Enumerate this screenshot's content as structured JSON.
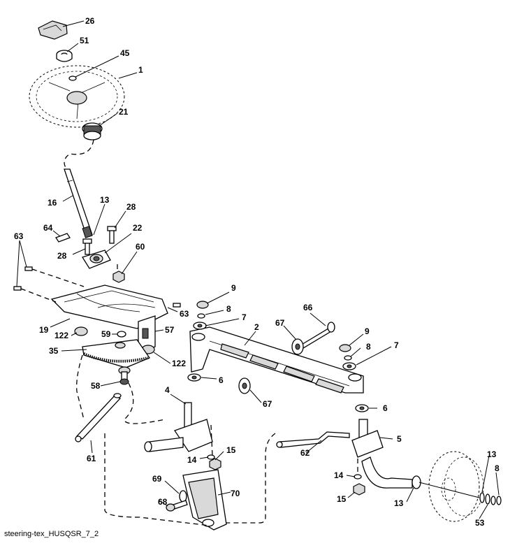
{
  "caption": "steering-tex_HUSQSR_7_2",
  "callouts": [
    {
      "id": "c26",
      "text": "26"
    },
    {
      "id": "c51",
      "text": "51"
    },
    {
      "id": "c45",
      "text": "45"
    },
    {
      "id": "c1",
      "text": "1"
    },
    {
      "id": "c21",
      "text": "21"
    },
    {
      "id": "c16",
      "text": "16"
    },
    {
      "id": "c13a",
      "text": "13"
    },
    {
      "id": "c28a",
      "text": "28"
    },
    {
      "id": "c64",
      "text": "64"
    },
    {
      "id": "c22",
      "text": "22"
    },
    {
      "id": "c28b",
      "text": "28"
    },
    {
      "id": "c63a",
      "text": "63"
    },
    {
      "id": "c60",
      "text": "60"
    },
    {
      "id": "c63b",
      "text": "63"
    },
    {
      "id": "c19",
      "text": "19"
    },
    {
      "id": "c57",
      "text": "57"
    },
    {
      "id": "c122a",
      "text": "122"
    },
    {
      "id": "c59",
      "text": "59"
    },
    {
      "id": "c35",
      "text": "35"
    },
    {
      "id": "c122b",
      "text": "122"
    },
    {
      "id": "c58",
      "text": "58"
    },
    {
      "id": "c9a",
      "text": "9"
    },
    {
      "id": "c8a",
      "text": "8"
    },
    {
      "id": "c7a",
      "text": "7"
    },
    {
      "id": "c2",
      "text": "2"
    },
    {
      "id": "c66",
      "text": "66"
    },
    {
      "id": "c67a",
      "text": "67"
    },
    {
      "id": "c9b",
      "text": "9"
    },
    {
      "id": "c8b",
      "text": "8"
    },
    {
      "id": "c7b",
      "text": "7"
    },
    {
      "id": "c6a",
      "text": "6"
    },
    {
      "id": "c6b",
      "text": "6"
    },
    {
      "id": "c67b",
      "text": "67"
    },
    {
      "id": "c4",
      "text": "4"
    },
    {
      "id": "c5",
      "text": "5"
    },
    {
      "id": "c61",
      "text": "61"
    },
    {
      "id": "c62",
      "text": "62"
    },
    {
      "id": "c14a",
      "text": "14"
    },
    {
      "id": "c15a",
      "text": "15"
    },
    {
      "id": "c14b",
      "text": "14"
    },
    {
      "id": "c15b",
      "text": "15"
    },
    {
      "id": "c69",
      "text": "69"
    },
    {
      "id": "c70",
      "text": "70"
    },
    {
      "id": "c68",
      "text": "68"
    },
    {
      "id": "c13b",
      "text": "13"
    },
    {
      "id": "c13c",
      "text": "13"
    },
    {
      "id": "c8c",
      "text": "8"
    },
    {
      "id": "c53",
      "text": "53"
    }
  ]
}
